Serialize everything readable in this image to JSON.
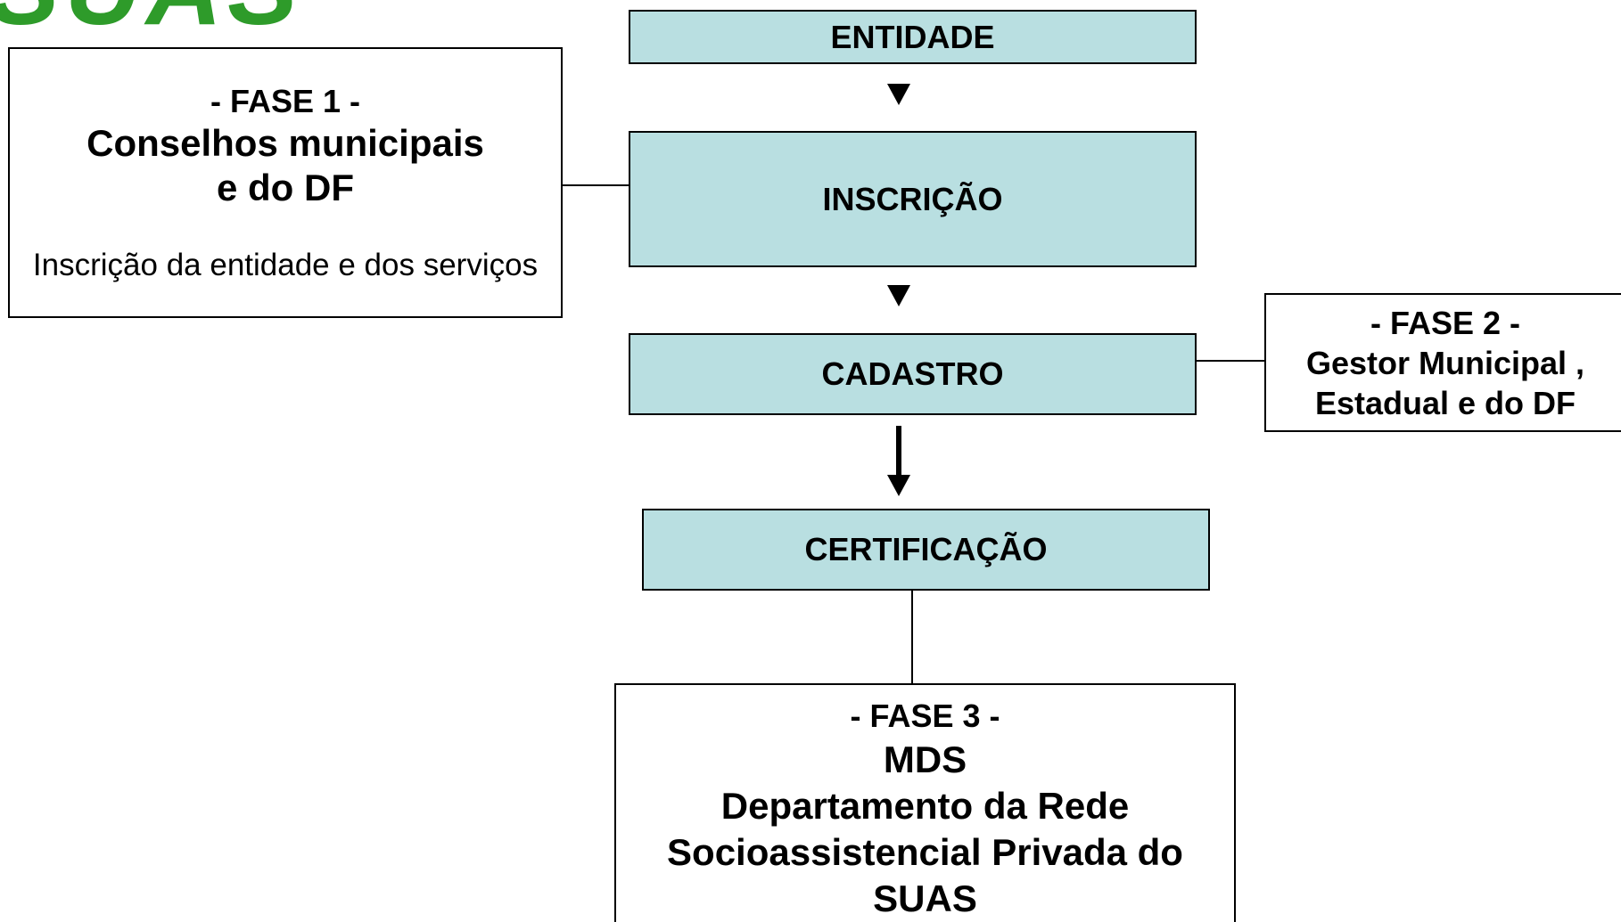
{
  "logo": {
    "text": "SUAS",
    "color": "#2e9b2a"
  },
  "colors": {
    "step_fill": "#b9dfe1",
    "border": "#000000"
  },
  "steps": {
    "entidade": "ENTIDADE",
    "inscricao": "INSCRIÇÃO",
    "cadastro": "CADASTRO",
    "certificacao": "CERTIFICAÇÃO"
  },
  "fase1": {
    "label": "- FASE 1 -",
    "org": "Conselhos municipais\ne do DF",
    "desc": "Inscrição da entidade e dos serviços"
  },
  "fase2": {
    "label": "- FASE 2 -",
    "org": "Gestor Municipal ,\nEstadual e do DF"
  },
  "fase3": {
    "label": "- FASE 3 -",
    "org": "MDS",
    "dept": "Departamento da Rede\nSocioassistencial Privada do\nSUAS"
  }
}
